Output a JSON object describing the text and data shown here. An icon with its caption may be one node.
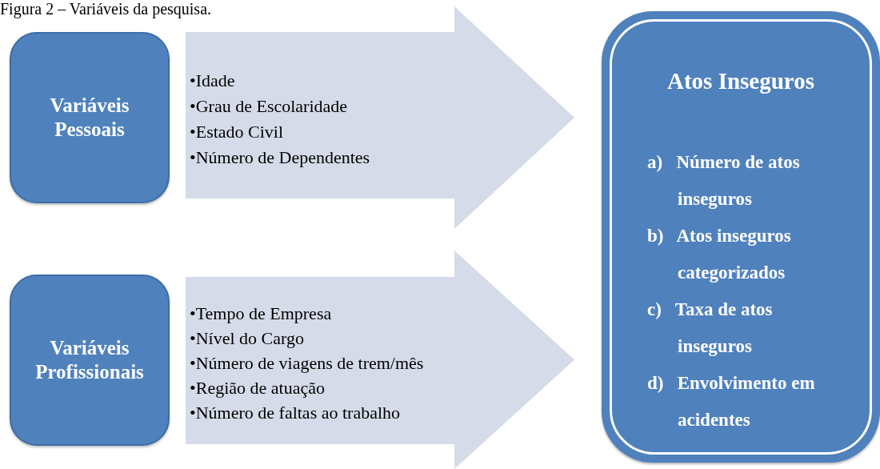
{
  "diagram": {
    "title": "Figura 2 – Variáveis da pesquisa.",
    "nodes": [
      {
        "text": [
          "Variáveis Pessoais"
        ]
      },
      {
        "text": [
          "•Idade",
          "•Grau de Escolaridade",
          "•Estado Civil",
          "•Número de Dependentes"
        ]
      },
      {
        "text": [
          "Variáveis Profissionais"
        ]
      },
      {
        "text": [
          "•Tempo de Empresa",
          "•Nível do Cargo",
          "•Número de viagens de trem/mês",
          "•Região de atuação",
          "•Número de faltas ao trabalho"
        ]
      },
      {
        "text": [
          "Atos Inseguros",
          "a) Número de atos inseguros",
          "b) Atos inseguros categorizados",
          "c) Taxa de atos inseguros",
          "d) Envolvimento em acidentes"
        ]
      }
    ]
  }
}
